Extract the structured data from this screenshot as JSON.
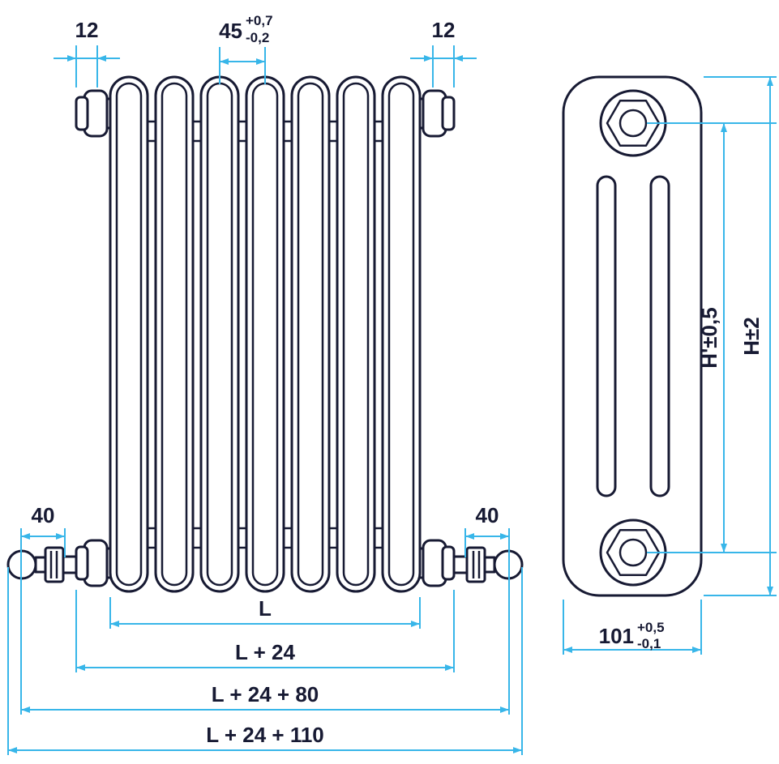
{
  "labels": {
    "dim_12_left": "12",
    "dim_12_right": "12",
    "dim_45": "45",
    "dim_45_tol_plus": "+0,7",
    "dim_45_tol_minus": "-0,2",
    "dim_40_left": "40",
    "dim_40_right": "40",
    "dim_L": "L",
    "dim_L24": "L + 24",
    "dim_L24_80": "L + 24 + 80",
    "dim_L24_110": "L + 24 + 110",
    "dim_H_inner": "H'±0,5",
    "dim_H_outer": "H±2",
    "dim_101": "101",
    "dim_101_tol_plus": "+0,5",
    "dim_101_tol_minus": "-0,1"
  },
  "colors": {
    "outline": "#171a33",
    "dimension_line": "#38b6e9",
    "text": "#171a33",
    "background": "#ffffff"
  }
}
